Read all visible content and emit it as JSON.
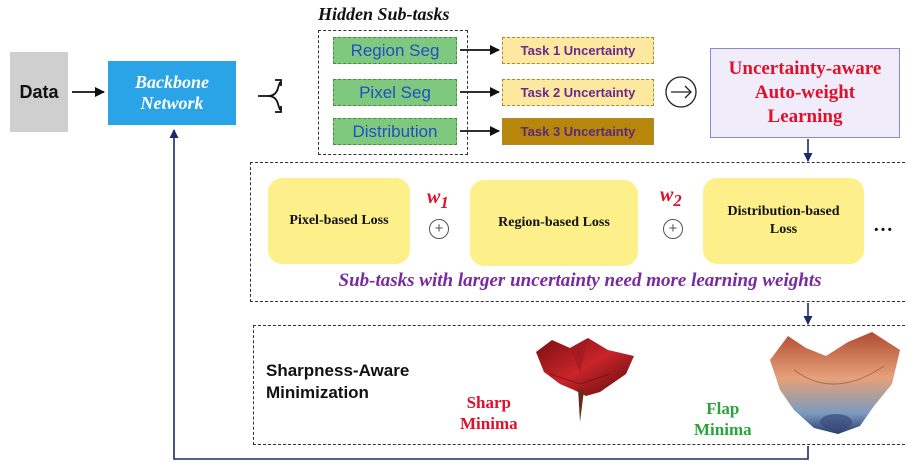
{
  "input": {
    "label": "Data"
  },
  "backbone": {
    "line1": "Backbone",
    "line2": "Network"
  },
  "hidden_subtasks": {
    "title": "Hidden Sub-tasks",
    "items": [
      {
        "label": "Region Seg",
        "uncertainty": "Task 1 Uncertainty",
        "unc_color": "#fde8a0",
        "unc_text_color": "#6a2a8a"
      },
      {
        "label": "Pixel Seg",
        "uncertainty": "Task 2 Uncertainty",
        "unc_color": "#fde8a0",
        "unc_text_color": "#6a2a8a"
      },
      {
        "label": "Distribution",
        "uncertainty": "Task 3 Uncertainty",
        "unc_color": "#b8860b",
        "unc_text_color": "#5a2a7a"
      }
    ]
  },
  "arrow_glyph": "→",
  "auto_weight": {
    "line1": "Uncertainty-aware",
    "line2": "Auto-weight",
    "line3": "Learning"
  },
  "losses": {
    "items": [
      {
        "line1": "Pixel-based Loss",
        "line2": ""
      },
      {
        "line1": "Region-based Loss",
        "line2": ""
      },
      {
        "line1": "Distribution-based",
        "line2": "Loss"
      }
    ],
    "weights": [
      {
        "base": "w",
        "sub": "1"
      },
      {
        "base": "w",
        "sub": "2"
      }
    ],
    "plus_symbol": "+",
    "ellipsis": "…",
    "note": "Sub-tasks with larger uncertainty need more learning weights"
  },
  "sam": {
    "title_line1": "Sharpness-Aware",
    "title_line2": "Minimization",
    "sharp_line1": "Sharp",
    "sharp_line2": "Minima",
    "flat_line1": "Flap",
    "flat_line2": "Minima"
  },
  "colors": {
    "backbone": "#2aa4e6",
    "subtask_fill": "#7fc97f",
    "subtask_text": "#1f4fc4",
    "loss_fill": "#fdf08a",
    "accent_red": "#e0102a",
    "note_purple": "#7a2aa0",
    "flat_green": "#2aa43c",
    "feedback_line": "#1a2a6a"
  },
  "icons": [
    "split-fork-icon",
    "arrow-right-circle-icon",
    "sharp-loss-surface-icon",
    "flat-loss-surface-icon"
  ]
}
